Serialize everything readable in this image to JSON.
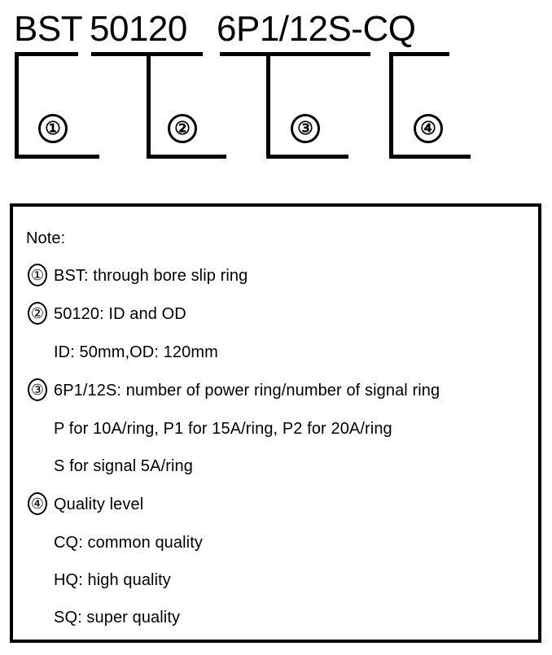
{
  "header": {
    "full_part_number": "BST 50120 6P1/12S-CQ",
    "segments": [
      {
        "id": 1,
        "text": "BST",
        "marker": "①"
      },
      {
        "id": 2,
        "text": "50120",
        "marker": "②"
      },
      {
        "id": 3,
        "text": "6P1/12S",
        "marker": "③"
      },
      {
        "id": 4,
        "text": "-CQ",
        "marker": "④"
      }
    ],
    "markers": [
      "①",
      "②",
      "③",
      "④"
    ],
    "display": {
      "seg_0": "BST",
      "seg_1": "50120",
      "seg_2": "6P1/12S-CQ"
    }
  },
  "note": {
    "title": "Note:",
    "lines": [
      {
        "marker": "①",
        "text": "BST: through bore slip ring",
        "indent": "item"
      },
      {
        "marker": "②",
        "text": "50120: ID and OD",
        "indent": "item"
      },
      {
        "marker": "",
        "text": "ID: 50mm,OD: 120mm",
        "indent": "sub"
      },
      {
        "marker": "③",
        "text": "6P1/12S: number of power ring/number of signal ring",
        "indent": "item"
      },
      {
        "marker": "",
        "text": "P for 10A/ring, P1 for 15A/ring, P2 for 20A/ring",
        "indent": "sub"
      },
      {
        "marker": "",
        "text": "S for signal 5A/ring",
        "indent": "sub"
      },
      {
        "marker": "④",
        "text": "Quality level",
        "indent": "item"
      },
      {
        "marker": "",
        "text": "CQ: common quality",
        "indent": "sub"
      },
      {
        "marker": "",
        "text": "HQ: high quality",
        "indent": "sub"
      },
      {
        "marker": "",
        "text": "SQ: super quality",
        "indent": "sub"
      }
    ]
  },
  "colors": {
    "ink": "#000000",
    "background": "#ffffff"
  }
}
